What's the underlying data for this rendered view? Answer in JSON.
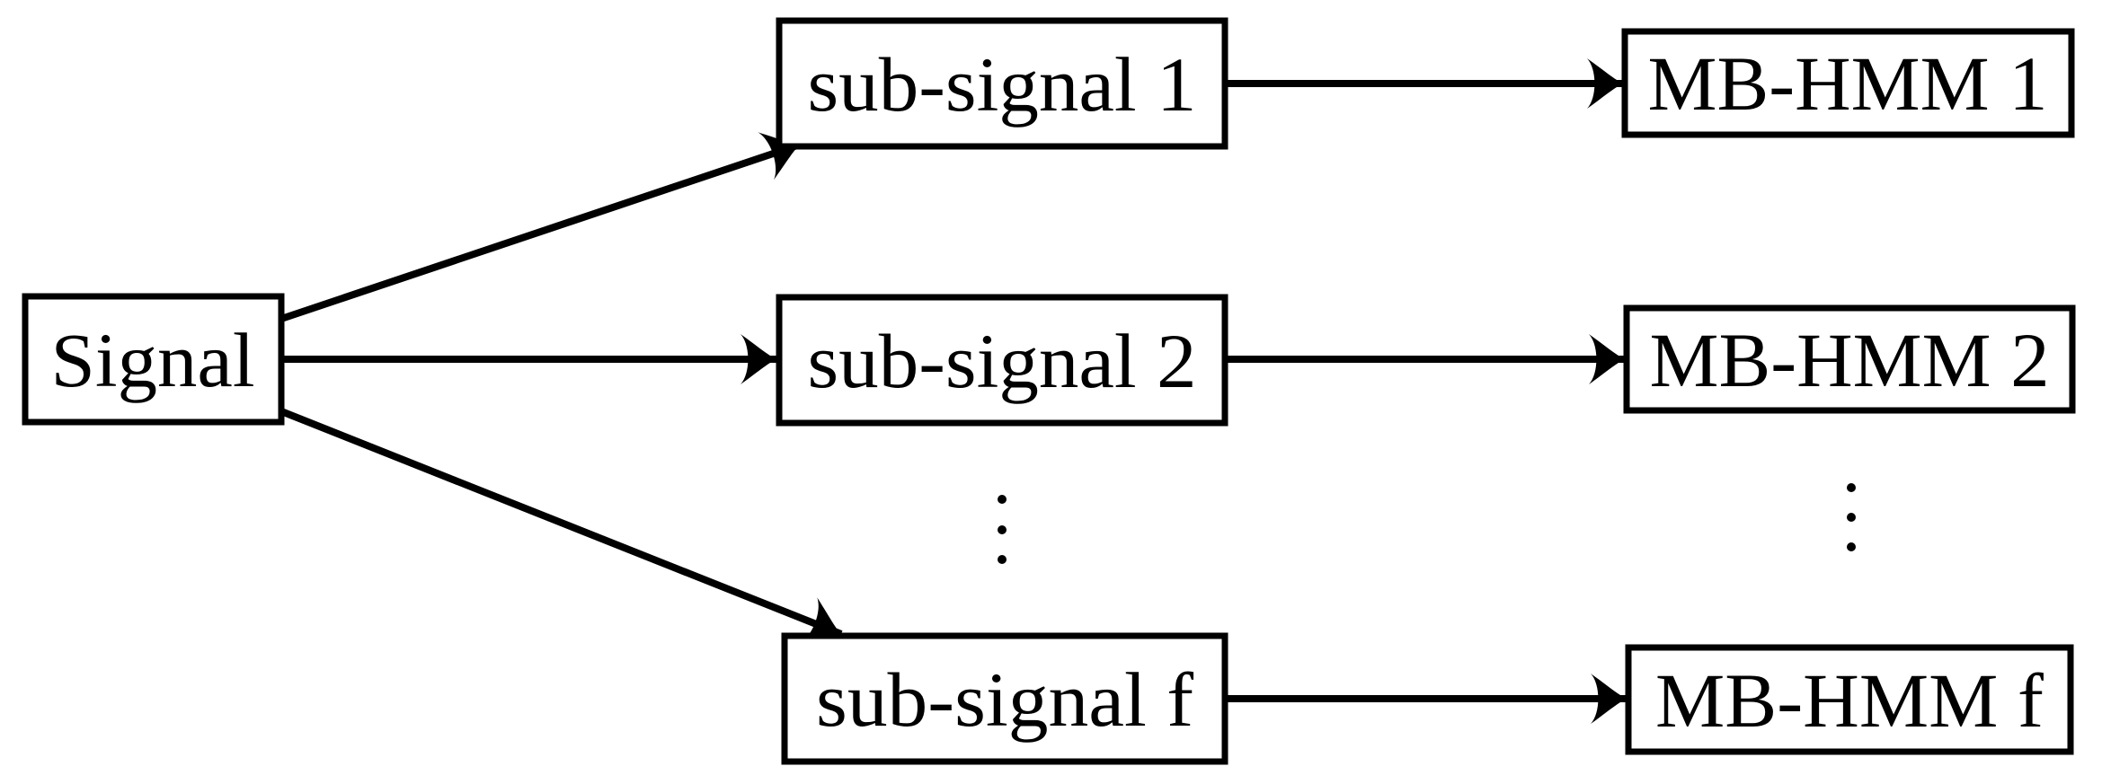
{
  "figure": {
    "type": "block-diagram",
    "colors": {
      "background": "#ffffff",
      "ink": "#000000",
      "box_fill": "#ffffff"
    },
    "source_node": {
      "label": "Signal"
    },
    "rows": [
      {
        "index": "1",
        "sub_signal_label": "sub-signal 1",
        "mb_hmm_label": "MB-HMM 1"
      },
      {
        "index": "2",
        "sub_signal_label": "sub-signal 2",
        "mb_hmm_label": "MB-HMM 2"
      },
      {
        "index": "f",
        "sub_signal_label": "sub-signal f",
        "mb_hmm_label": "MB-HMM f"
      }
    ],
    "ellipsis_columns": [
      {
        "name": "sub-signal-column-ellipsis",
        "dots": 3
      },
      {
        "name": "mb-hmm-column-ellipsis",
        "dots": 3
      }
    ],
    "connections": [
      {
        "from": "Signal",
        "to": "sub-signal 1"
      },
      {
        "from": "Signal",
        "to": "sub-signal 2"
      },
      {
        "from": "Signal",
        "to": "sub-signal f"
      },
      {
        "from": "sub-signal 1",
        "to": "MB-HMM 1"
      },
      {
        "from": "sub-signal 2",
        "to": "MB-HMM 2"
      },
      {
        "from": "sub-signal f",
        "to": "MB-HMM f"
      }
    ]
  }
}
